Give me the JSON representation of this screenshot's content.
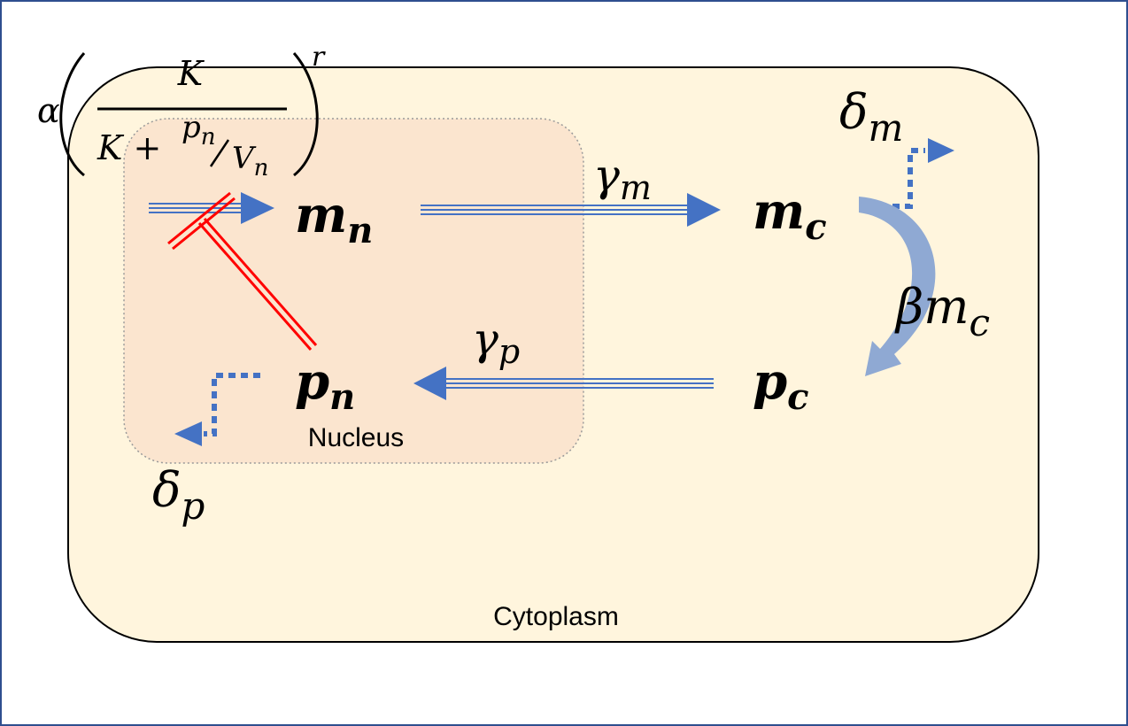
{
  "compartments": {
    "cytoplasm_label": "Cytoplasm",
    "nucleus_label": "Nucleus"
  },
  "species": {
    "m_n": {
      "base": "m",
      "sub": "n"
    },
    "m_c": {
      "base": "m",
      "sub": "c"
    },
    "p_n": {
      "base": "p",
      "sub": "n"
    },
    "p_c": {
      "base": "p",
      "sub": "c"
    }
  },
  "rates": {
    "transcription": {
      "alpha": "α",
      "numerator": "K",
      "denominator_prefix": "K +",
      "p_base": "p",
      "p_sub": "n",
      "v_base": "V",
      "v_sub": "n",
      "exponent": "r"
    },
    "gamma_m": {
      "base": "γ",
      "sub": "m"
    },
    "gamma_p": {
      "base": "γ",
      "sub": "p"
    },
    "delta_m": {
      "base": "δ",
      "sub": "m"
    },
    "delta_p": {
      "base": "δ",
      "sub": "p"
    },
    "beta": {
      "base": "βm",
      "sub": "c"
    }
  },
  "colors": {
    "cytoplasm_fill": "#fff5dd",
    "nucleus_fill": "#fbe5cf",
    "arrow_blue": "#4472c4",
    "translation_arrow": "#8fa9d3",
    "repression_red": "#ff0000",
    "frame_border": "#2f4f8f"
  }
}
